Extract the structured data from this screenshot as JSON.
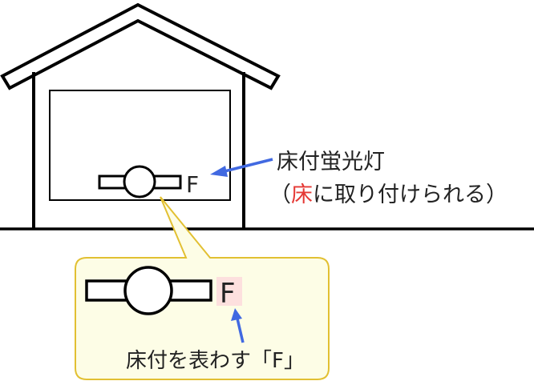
{
  "labels": {
    "fixture_name": "床付蛍光灯",
    "paren_open": "（",
    "highlight_char": "床",
    "paren_rest": "に取り付けられる）",
    "symbol_letter": "F",
    "callout_letter": "F",
    "callout_caption": "床付を表わす「F」"
  },
  "colors": {
    "arrow": "#4169e1",
    "highlight_text": "#e53935",
    "callout_fill": "#fdfde6",
    "callout_border": "#e2c032",
    "letter_highlight": "#fde0de",
    "stroke": "#000000"
  }
}
